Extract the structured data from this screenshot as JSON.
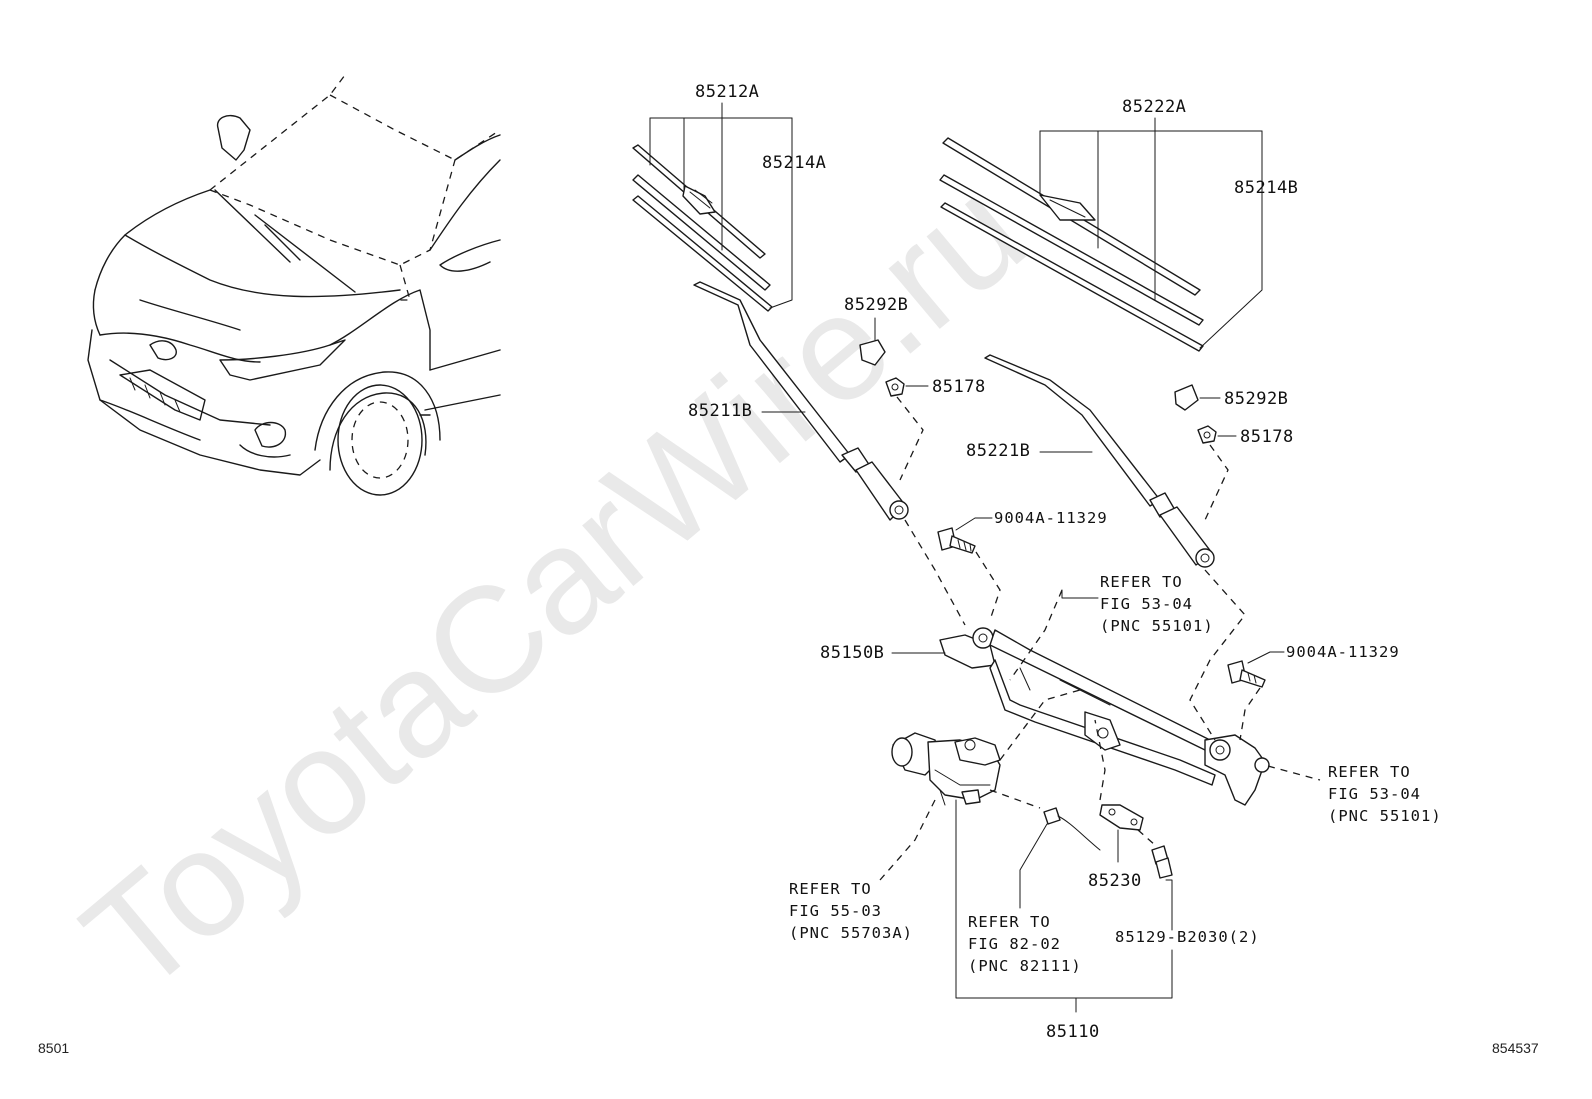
{
  "watermark": "ToyotaCarWire.ru",
  "figure_code_left": "8501",
  "figure_code_right": "854537",
  "parts": {
    "p85212A": "85212A",
    "p85214A": "85214A",
    "p85222A": "85222A",
    "p85214B": "85214B",
    "p85292B_1": "85292B",
    "p85178_1": "85178",
    "p85211B": "85211B",
    "p85292B_2": "85292B",
    "p85178_2": "85178",
    "p85221B": "85221B",
    "p9004A_1": "9004A-11329",
    "p9004A_2": "9004A-11329",
    "p85150B": "85150B",
    "p85230": "85230",
    "p85129": "85129-B2030(2)",
    "p85110": "85110"
  },
  "refs": {
    "ref_top": [
      "REFER TO",
      "FIG 53-04",
      "(PNC 55101)"
    ],
    "ref_right": [
      "REFER TO",
      "FIG 53-04",
      "(PNC 55101)"
    ],
    "ref_motor": [
      "REFER TO",
      "FIG 55-03",
      "(PNC 55703A)"
    ],
    "ref_wire": [
      "REFER TO",
      "FIG 82-02",
      "(PNC 82111)"
    ]
  }
}
